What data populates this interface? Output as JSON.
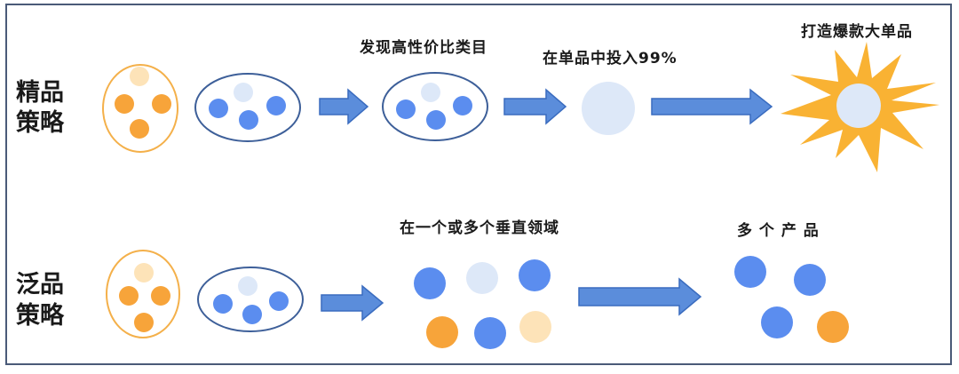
{
  "sections": [
    {
      "title_line1": "精品",
      "title_line2": "策略",
      "labels": [
        "发现高性价比类目",
        "在单品中投入99%",
        "打造爆款大单品"
      ]
    },
    {
      "title_line1": "泛品",
      "title_line2": "策略",
      "labels": [
        "在一个或多个垂直领域",
        "多 个 产 品"
      ]
    }
  ],
  "colors": {
    "frame": "#4a5a78",
    "orange": "#f7a43a",
    "light_orange": "#fde3b8",
    "blue": "#5b8def",
    "light_blue": "#dde8f8",
    "ellipse_blue": "#3d5f99",
    "ellipse_orange": "#f4b04a",
    "arrow_fill": "#5b8ddb",
    "arrow_stroke": "#3a6cbf",
    "star": "#f9b233"
  },
  "icons": [
    "orange-ellipse-icon",
    "blue-ellipse-icon",
    "right-arrow-icon",
    "circle-icon",
    "starburst-icon"
  ]
}
